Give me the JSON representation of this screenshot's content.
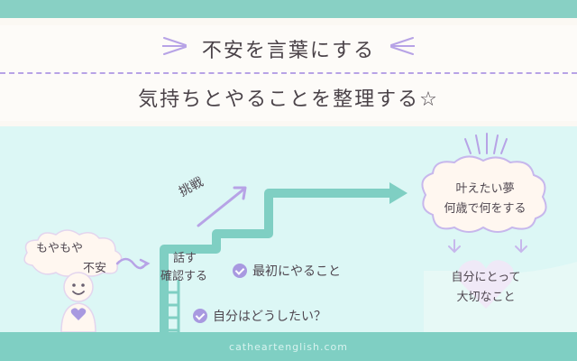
{
  "header": {
    "title_line1": "不安を言葉にする",
    "title_line2": "気持ちとやることを整理する☆"
  },
  "bubble_left": {
    "line1": "もやもや",
    "line2": "不安"
  },
  "steps": {
    "talk_confirm_line1": "話す",
    "talk_confirm_line2": "確認する",
    "challenge": "挑戦",
    "first_task": "最初にやること",
    "what_do_you_want": "自分はどうしたい？"
  },
  "dream_cloud": {
    "line1": "叶えたい夢",
    "line2": "何歳で何をする"
  },
  "important": {
    "line1": "自分にとって",
    "line2": "大切なこと"
  },
  "footer": {
    "site": "catheartenglish.com"
  },
  "colors": {
    "mint": "#88d0c4",
    "lavender": "#b7a3e6",
    "cloud_fill": "#fff7f0",
    "accent_purple": "#a899e0"
  },
  "icons": {
    "sparkles": "sparkle-lines-icon",
    "arrow": "arrow-icon",
    "check": "check-icon",
    "heart": "heart-icon",
    "cloud": "cloud-icon"
  }
}
